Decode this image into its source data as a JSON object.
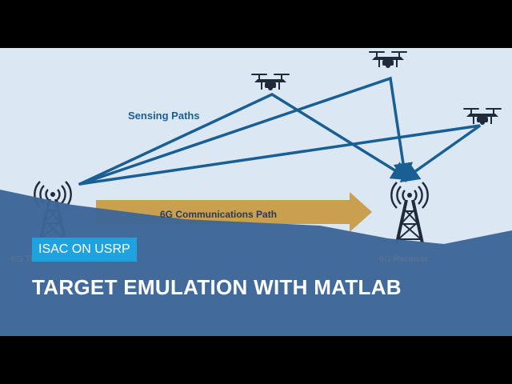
{
  "scene": {
    "sensing_label": "Sensing Paths",
    "communications_label": "6G Communications Path",
    "transmitter_label": "6G Transmitter",
    "receiver_label": "6G Receiver"
  },
  "overlay": {
    "badge": "ISAC ON USRP",
    "title": "TARGET EMULATION WITH MATLAB"
  },
  "icons": [
    "drone-icon",
    "cell-tower-icon"
  ],
  "colors": {
    "sky": "#dbe8f3",
    "path": "#1a5f93",
    "arrow": "#c9a04f",
    "band": "#3d6699",
    "badge": "#1fa2e0",
    "tower": "#1f2a3a"
  }
}
